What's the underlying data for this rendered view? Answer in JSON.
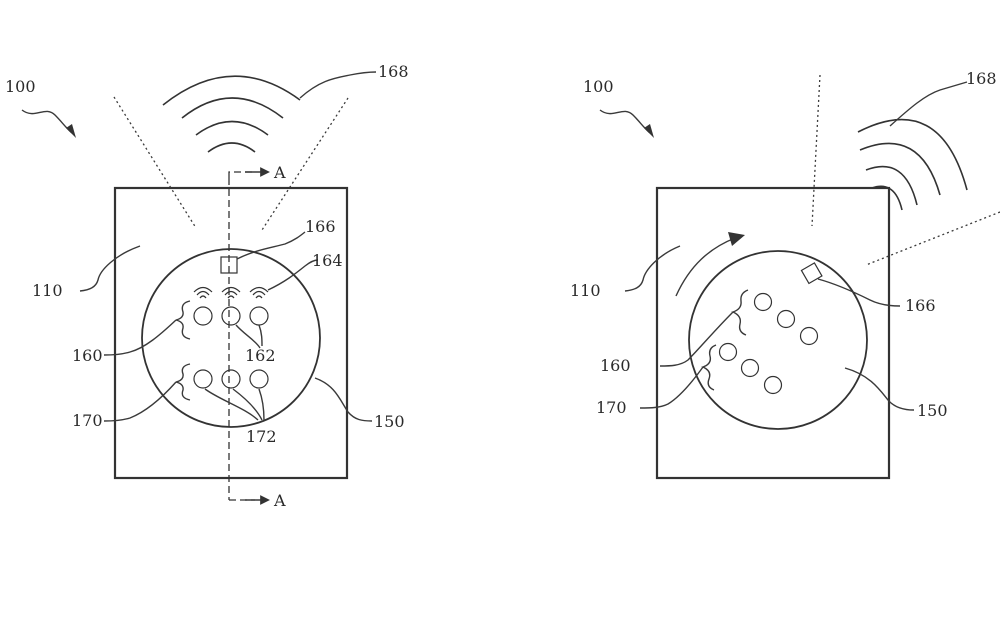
{
  "left_figure": {
    "ref_system": "100",
    "ref_housing": "110",
    "ref_disc": "150",
    "ref_group_upper": "160",
    "ref_upper_elements": "162",
    "ref_indicators": "164",
    "ref_marker": "166",
    "ref_signal": "168",
    "ref_group_lower": "170",
    "ref_lower_elements": "172",
    "section_label_top": "A",
    "section_label_bottom": "A"
  },
  "right_figure": {
    "ref_system": "100",
    "ref_housing": "110",
    "ref_disc": "150",
    "ref_group_upper": "160",
    "ref_marker": "166",
    "ref_signal": "168",
    "ref_group_lower": "170"
  }
}
